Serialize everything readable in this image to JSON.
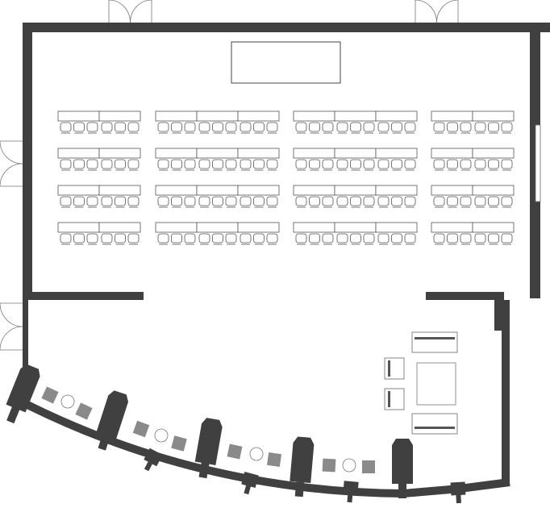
{
  "colors": {
    "wall": "#404040",
    "furniture_stroke": "#555555",
    "accent_square": "#8a8a8a",
    "background": "#ffffff"
  },
  "seating": {
    "rows": 4,
    "tables_per_group": [
      2,
      3,
      3,
      2
    ],
    "chairs_per_table": 3
  },
  "lounge": {
    "sofas": 2,
    "armchairs": 2,
    "coffee_tables": 1
  }
}
